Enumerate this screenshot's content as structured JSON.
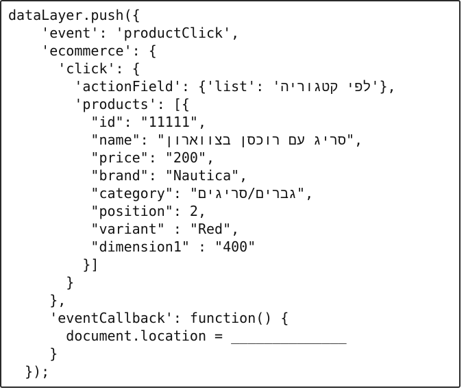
{
  "code_lines": [
    {
      "indent": "",
      "text": "dataLayer.push({"
    },
    {
      "indent": "    ",
      "text": "'event': 'productClick',"
    },
    {
      "indent": "    ",
      "text": "'ecommerce': {"
    },
    {
      "indent": "      ",
      "text": "'click': {"
    },
    {
      "indent": "        ",
      "pre": "'actionField': {'list': '",
      "heb": "לפי קטגוריה",
      "post": "'},"
    },
    {
      "indent": "        ",
      "text": "'products': [{"
    },
    {
      "indent": "          ",
      "text": "\"id\": \"11111\","
    },
    {
      "indent": "          ",
      "pre": "\"name\": \"",
      "heb": "סריג עם רוכסן בצווארון",
      "post": "\","
    },
    {
      "indent": "          ",
      "text": "\"price\": \"200\","
    },
    {
      "indent": "          ",
      "text": "\"brand\": \"Nautica\","
    },
    {
      "indent": "          ",
      "pre": "\"category\": \"",
      "heb": "גברים/סריגים",
      "post": "\","
    },
    {
      "indent": "          ",
      "text": "\"position\": 2,"
    },
    {
      "indent": "          ",
      "text": "\"variant\" : \"Red\","
    },
    {
      "indent": "          ",
      "text": "\"dimension1\" : \"400\""
    },
    {
      "indent": "         ",
      "text": "}]"
    },
    {
      "indent": "       ",
      "text": "}"
    },
    {
      "indent": "     ",
      "text": "},"
    },
    {
      "indent": "     ",
      "text": "'eventCallback': function() {"
    },
    {
      "indent": "       ",
      "text": "document.location = ______________"
    },
    {
      "indent": "     ",
      "text": "}"
    },
    {
      "indent": "  ",
      "text": "});"
    }
  ]
}
